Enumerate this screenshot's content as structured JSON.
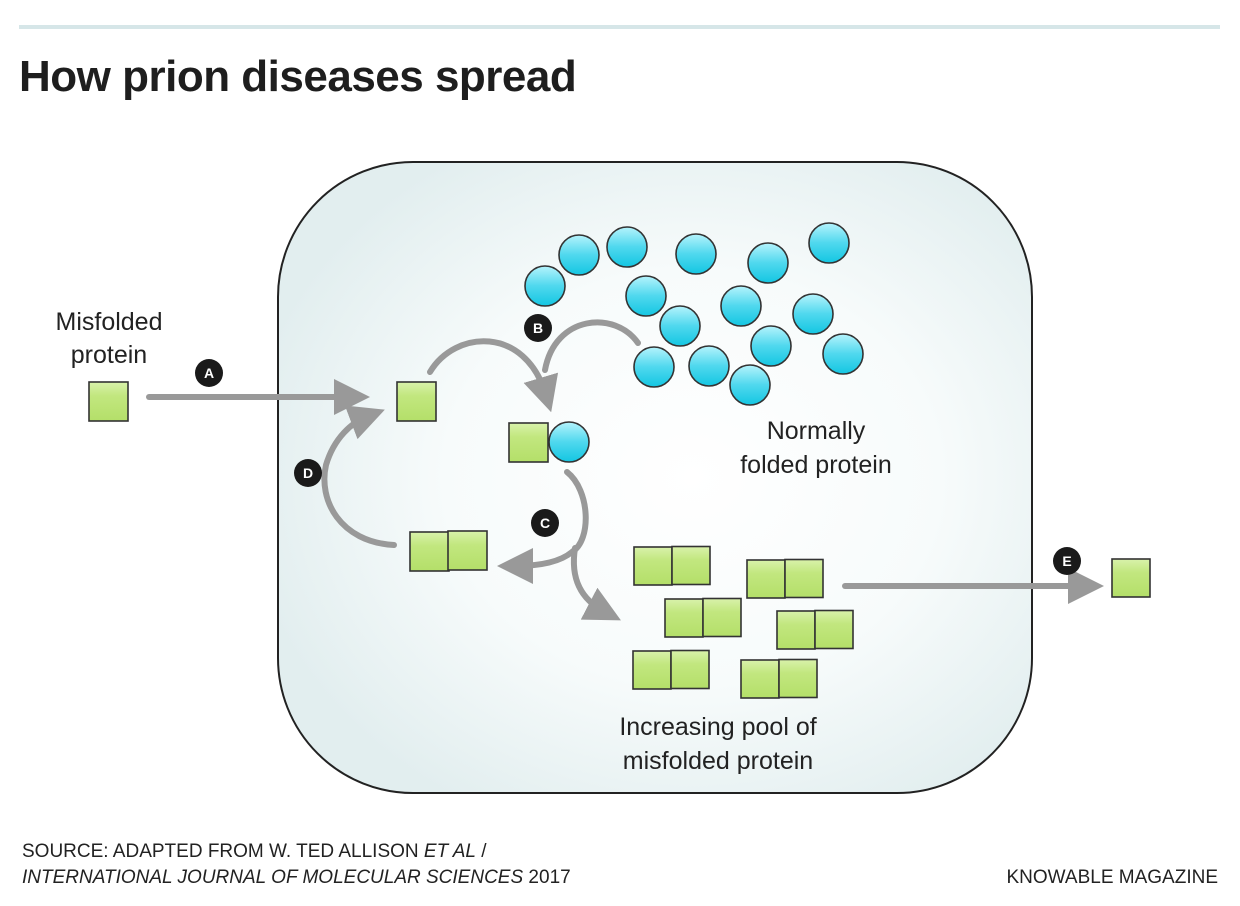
{
  "title": "How prion diseases spread",
  "labels": {
    "misfolded_protein_line1": "Misfolded",
    "misfolded_protein_line2": "protein",
    "normally_folded_line1": "Normally",
    "normally_folded_line2": "folded protein",
    "pool_line1": "Increasing pool of",
    "pool_line2": "misfolded protein"
  },
  "steps": {
    "a": "A",
    "b": "B",
    "c": "C",
    "d": "D",
    "e": "E"
  },
  "source": {
    "line1_prefix": "SOURCE: ADAPTED FROM W. TED ALLISON ",
    "line1_italic": "ET AL",
    "line1_suffix": " /",
    "line2_italic": "INTERNATIONAL JOURNAL OF MOLECULAR SCIENCES",
    "line2_suffix": " 2017"
  },
  "credit": "KNOWABLE MAGAZINE",
  "colors": {
    "misfolded_fill_top": "#d6f0a6",
    "misfolded_fill_bottom": "#b6e06b",
    "normal_fill_top": "#a8f0fb",
    "normal_fill_bottom": "#17c8e3",
    "arrow": "#999999",
    "badge": "#1a1a1a",
    "cell_edge": "#e2eeef",
    "cell_center": "#ffffff",
    "rule": "#d6e6e8"
  }
}
